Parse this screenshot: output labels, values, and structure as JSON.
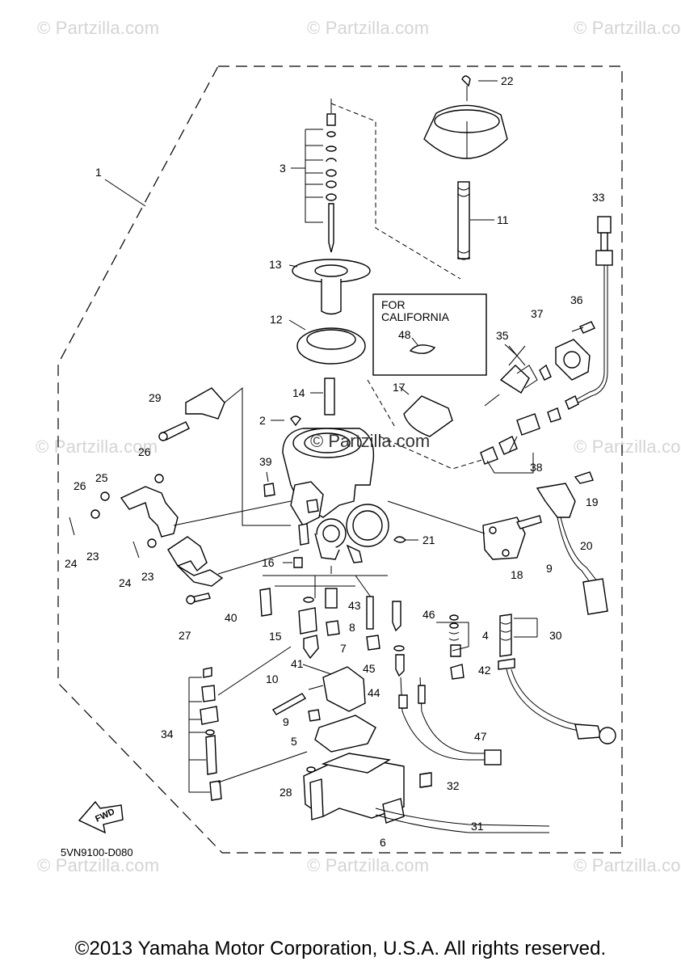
{
  "watermarks": {
    "top_left": "© Partzilla.com",
    "top_center": "© Partzilla.com",
    "top_right": "© Partzilla.com",
    "mid_left": "© Partzilla.com",
    "mid_right": "© Partzilla.com",
    "bottom_left": "© Partzilla.com",
    "bottom_center": "© Partzilla.com",
    "bottom_right": "© Partzilla.com",
    "center": "© Partzilla.com"
  },
  "diagram": {
    "california_box": {
      "line1": "FOR",
      "line2": "CALIFORNIA"
    },
    "drawing_code": "5VN9100-D080",
    "fwd_label": "FWD",
    "callouts": {
      "c1": "1",
      "c2": "2",
      "c3": "3",
      "c4": "4",
      "c5": "5",
      "c6": "6",
      "c7": "7",
      "c8": "8",
      "c9a": "9",
      "c9b": "9",
      "c10": "10",
      "c11": "11",
      "c12": "12",
      "c13": "13",
      "c14": "14",
      "c15": "15",
      "c16": "16",
      "c17": "17",
      "c18": "18",
      "c19": "19",
      "c20": "20",
      "c21": "21",
      "c22": "22",
      "c23a": "23",
      "c23b": "23",
      "c24a": "24",
      "c24b": "24",
      "c25": "25",
      "c26a": "26",
      "c26b": "26",
      "c27": "27",
      "c28": "28",
      "c29": "29",
      "c30": "30",
      "c31": "31",
      "c32": "32",
      "c33": "33",
      "c34": "34",
      "c35": "35",
      "c36": "36",
      "c37": "37",
      "c38": "38",
      "c39": "39",
      "c40": "40",
      "c41": "41",
      "c42": "42",
      "c43": "43",
      "c44": "44",
      "c45": "45",
      "c46": "46",
      "c47": "47",
      "c48": "48"
    }
  },
  "footer": {
    "copyright": "©2013 Yamaha Motor Corporation, U.S.A. All rights reserved."
  }
}
